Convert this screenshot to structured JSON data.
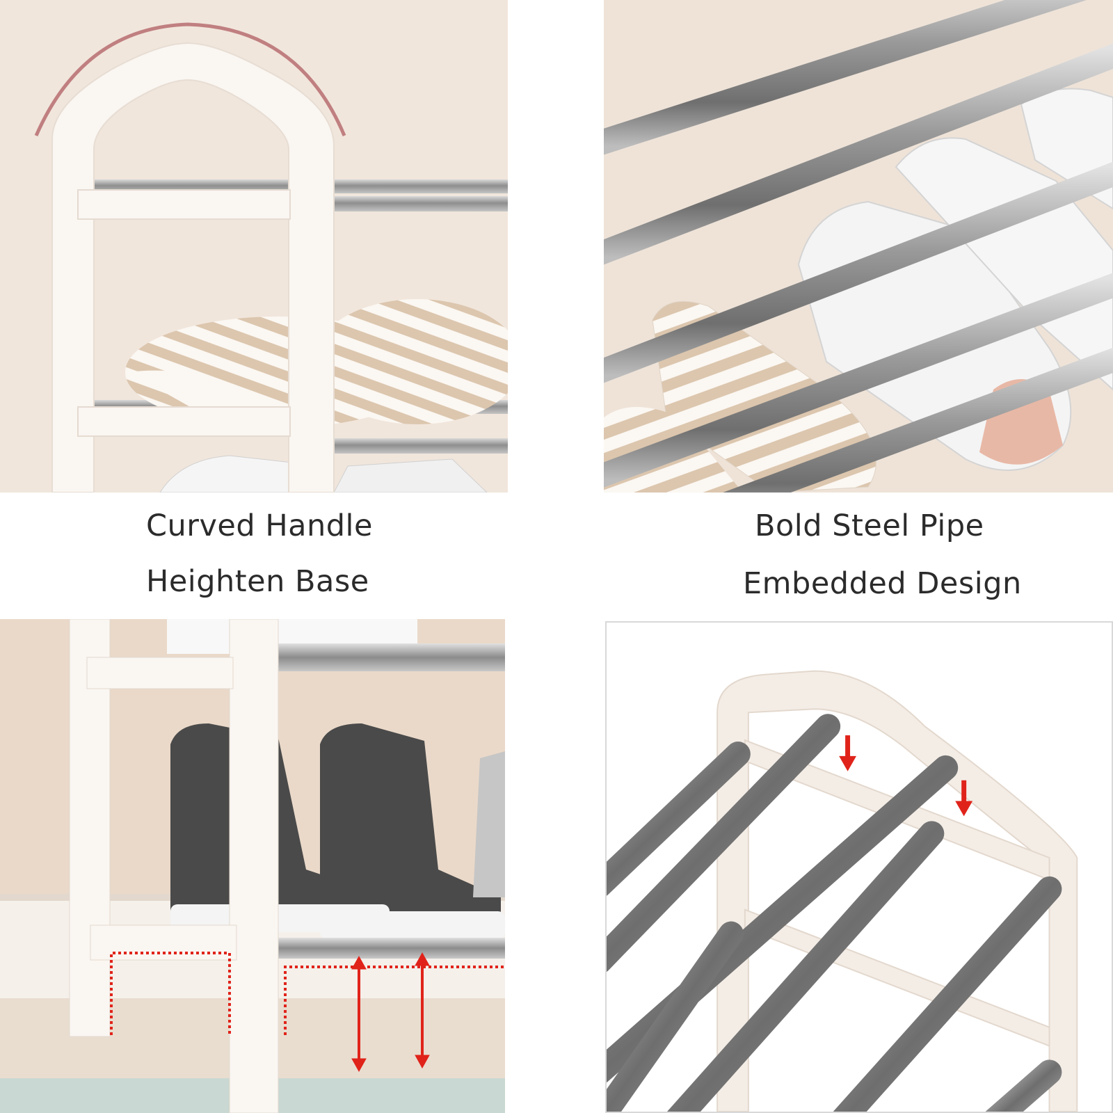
{
  "captions": {
    "curved_handle": "Curved Handle",
    "heighten_base": "Heighten Base",
    "bold_steel_pipe": "Bold Steel Pipe",
    "embedded_design": "Embedded Design"
  },
  "colors": {
    "wall": "#efe3d8",
    "frame_white": "#f6efe9",
    "steel": "#9a9a9a",
    "accent_arc": "#c07f80",
    "indicator_red": "#e0231a"
  },
  "icons": [
    "arrow-down-icon",
    "double-arrow-icon"
  ]
}
